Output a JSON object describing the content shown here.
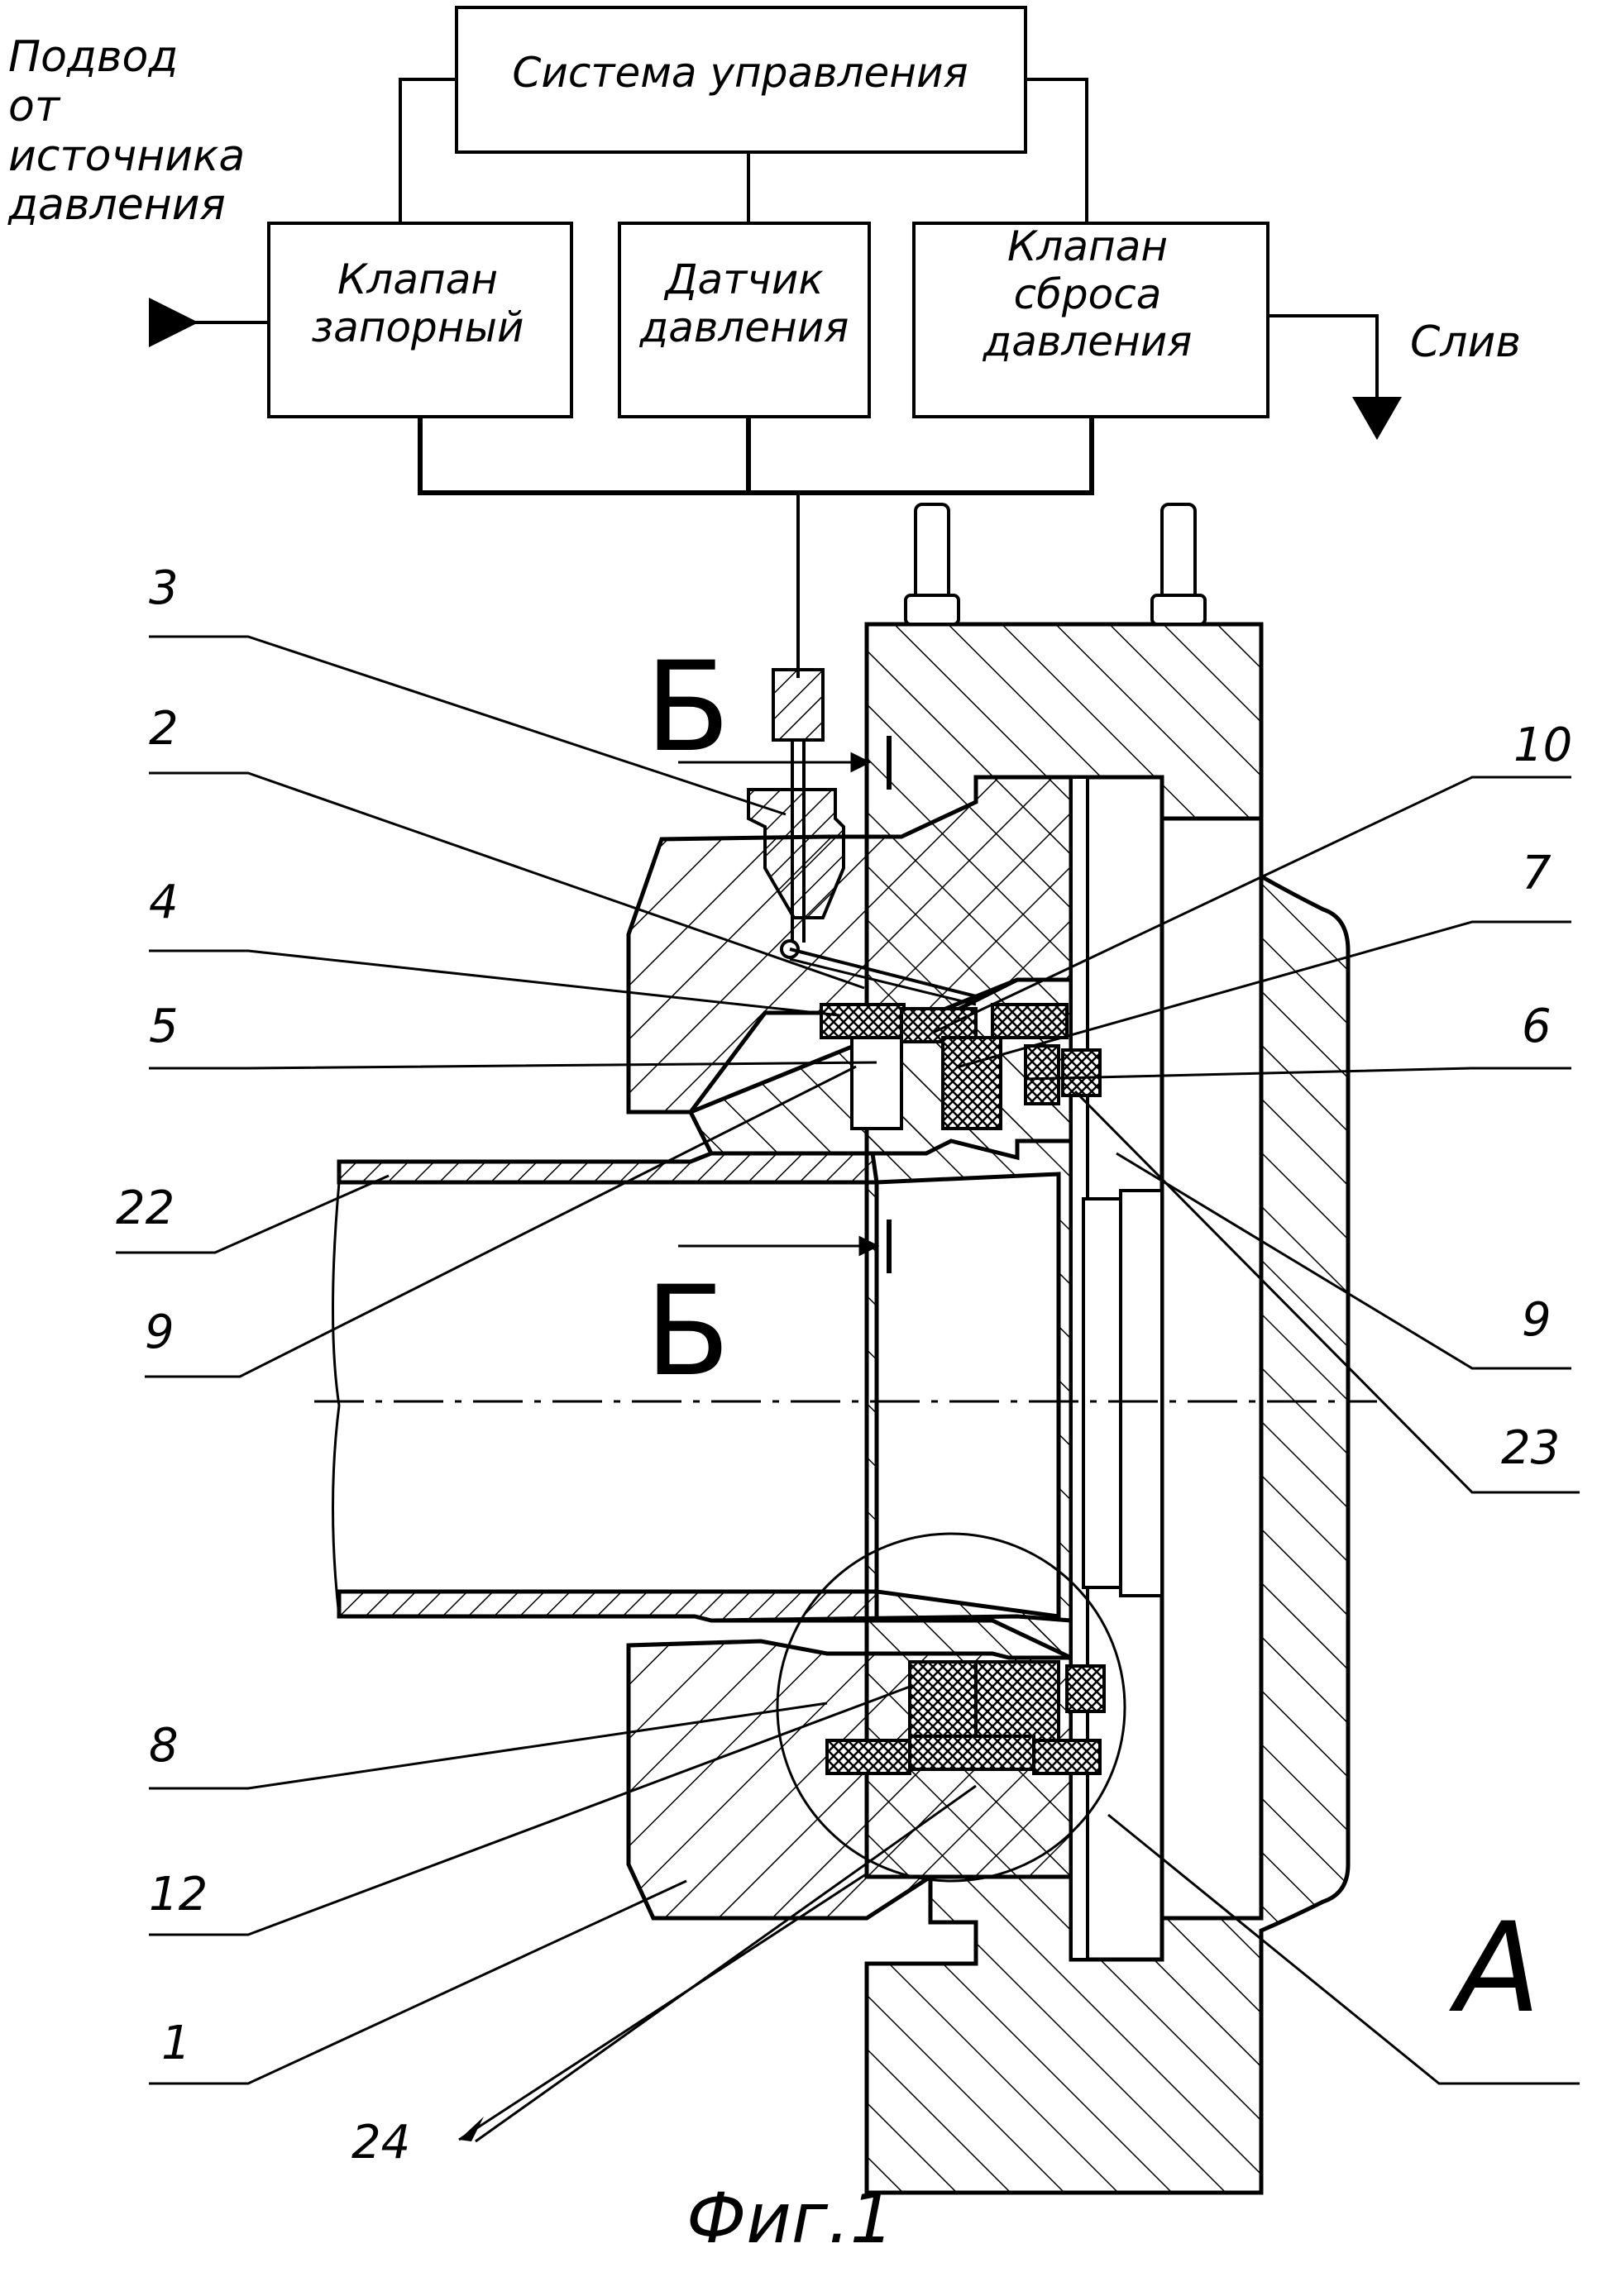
{
  "blocks": {
    "control_system": "Система управления",
    "shutoff_valve": "Клапан\nзапорный",
    "pressure_sensor": "Датчик\nдавления",
    "relief_valve": "Клапан\nсброса\nдавления"
  },
  "annotations": {
    "supply": "Подвод\nот\nисточника\nдавления",
    "drain": "Слив"
  },
  "callouts": [
    "3",
    "2",
    "4",
    "5",
    "22",
    "9",
    "10",
    "7",
    "6",
    "9",
    "23",
    "8",
    "12",
    "1",
    "24"
  ],
  "section_marks": {
    "top": "Б",
    "bottom": "Б",
    "detail": "А"
  },
  "figure_caption": "Фиг.1"
}
